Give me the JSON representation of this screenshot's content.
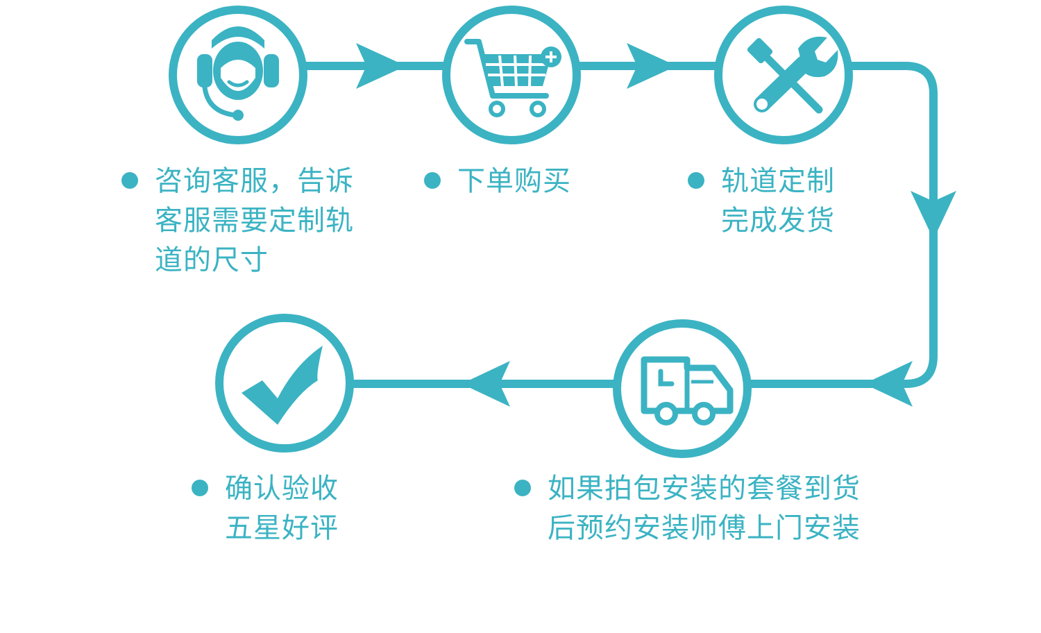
{
  "colors": {
    "accent": "#3bb3c3",
    "text": "#3bb3c3",
    "background": "#ffffff"
  },
  "steps": [
    {
      "icon": "headset-agent-icon",
      "lines": [
        "咨询客服，告诉",
        "客服需要定制轨",
        "道的尺寸"
      ]
    },
    {
      "icon": "shopping-cart-icon",
      "lines": [
        "下单购买"
      ]
    },
    {
      "icon": "wrench-screwdriver-icon",
      "lines": [
        "轨道定制",
        "完成发货"
      ]
    },
    {
      "icon": "delivery-truck-icon",
      "lines": [
        "如果拍包安装的套餐到货",
        "后预约安装师傅上门安装"
      ]
    },
    {
      "icon": "checkmark-icon",
      "lines": [
        "确认验收",
        "五星好评"
      ]
    }
  ]
}
